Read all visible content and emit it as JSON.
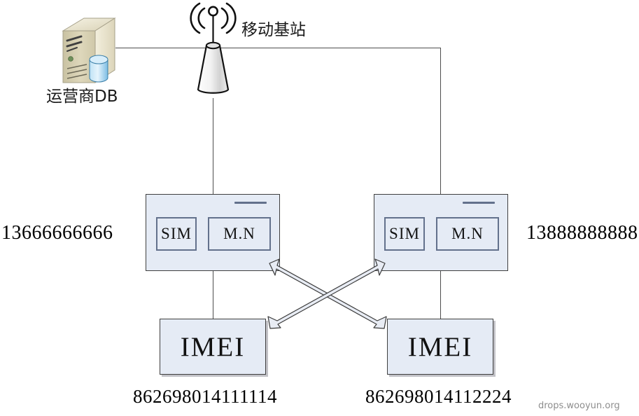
{
  "diagram": {
    "title_watermark": "drops.wooyun.org",
    "nodes": {
      "operator_db": {
        "label": "运营商DB",
        "icon": "server-database-icon"
      },
      "base_station": {
        "label": "移动基站",
        "icon": "cell-tower-icon"
      },
      "phone_left": {
        "phone_number": "13666666666",
        "sim_label": "SIM",
        "mn_label": "M.N",
        "imei_label": "IMEI",
        "imei_value": "862698014111114"
      },
      "phone_right": {
        "phone_number": "13888888888",
        "sim_label": "SIM",
        "mn_label": "M.N",
        "imei_label": "IMEI",
        "imei_value": "862698014112224"
      }
    },
    "colors": {
      "box_fill": "#e5ebf5",
      "box_border": "#3f3f3f",
      "chip_border": "#63718c",
      "line": "#4d4d4d",
      "arrow_fill": "#e8ecf4",
      "arrow_stroke": "#3a3a3a",
      "watermark": "#8d8d8d",
      "server_body": "#d6d0b4",
      "server_face": "#efead2",
      "db_cylinder": "#9fd0ee"
    }
  }
}
